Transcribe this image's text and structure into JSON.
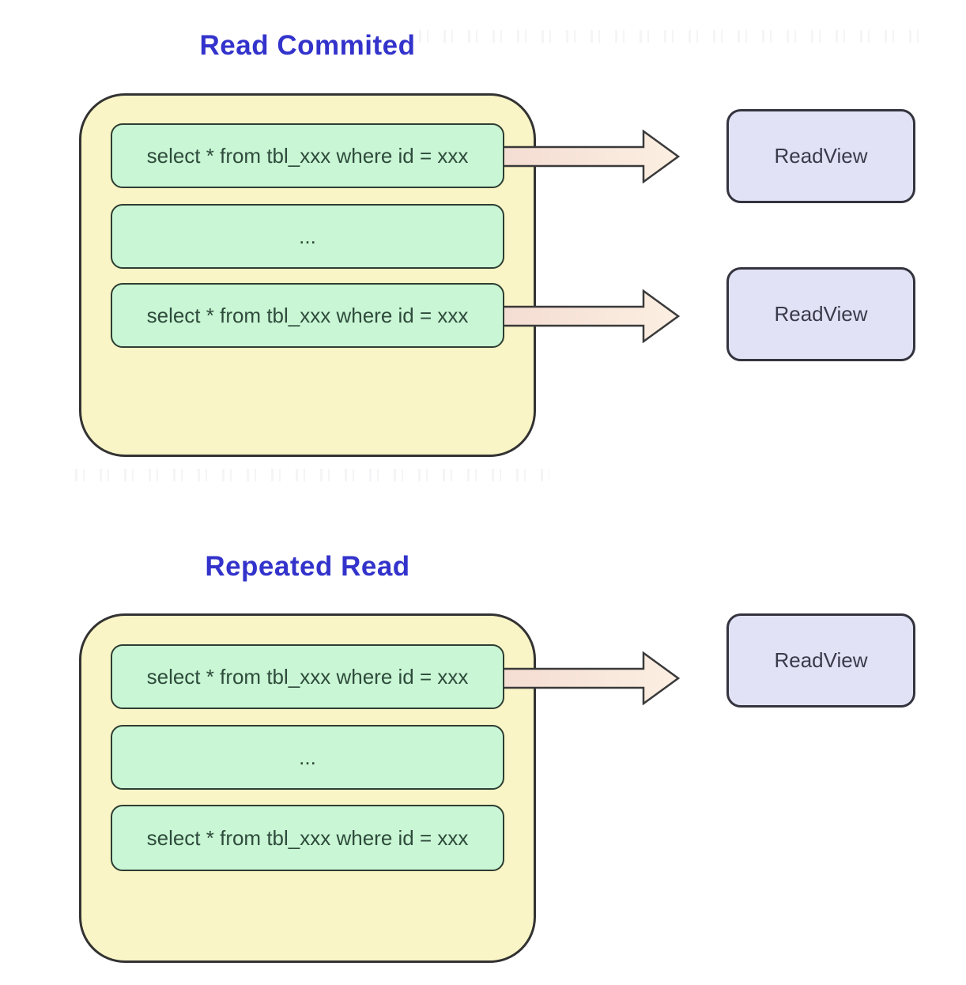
{
  "diagram": {
    "background": "#ffffff",
    "sections": [
      {
        "title": "Read Commited",
        "rows": [
          {
            "text": "select * from tbl_xxx where id = xxx"
          },
          {
            "text": "..."
          },
          {
            "text": "select * from tbl_xxx where id = xxx"
          }
        ],
        "readviews": [
          "ReadView",
          "ReadView"
        ]
      },
      {
        "title": "Repeated Read",
        "rows": [
          {
            "text": "select * from tbl_xxx where id = xxx"
          },
          {
            "text": "..."
          },
          {
            "text": "select * from tbl_xxx where id = xxx"
          }
        ],
        "readviews": [
          "ReadView"
        ]
      }
    ],
    "colors": {
      "title_color": "#3333cc",
      "container_fill": "#faf5c6",
      "container_border": "#333333",
      "query_fill": "#c9f6d4",
      "query_border": "#2e3e33",
      "query_text": "#2e4b3c",
      "readview_fill": "#e2e2f7",
      "readview_border": "#34343f",
      "readview_text": "#3a3a4a",
      "arrow_fill_start": "#f4dcd2",
      "arrow_fill_end": "#fcefe2",
      "arrow_border": "#3a3a3a"
    }
  }
}
